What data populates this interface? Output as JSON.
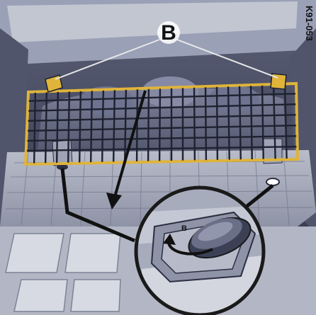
{
  "figure": {
    "callout_label": "B",
    "figure_code": "K91-053",
    "inset_symbol": "B"
  },
  "colors": {
    "interior_dark": "#3d4258",
    "interior_mid": "#6b7088",
    "interior_light": "#c9ccd6",
    "net_frame": "#e0b43a",
    "net_mesh": "#1e2230",
    "floor_tile": "#d7dae2",
    "arrow": "#111111",
    "inset_ring": "#1a1a1a"
  }
}
